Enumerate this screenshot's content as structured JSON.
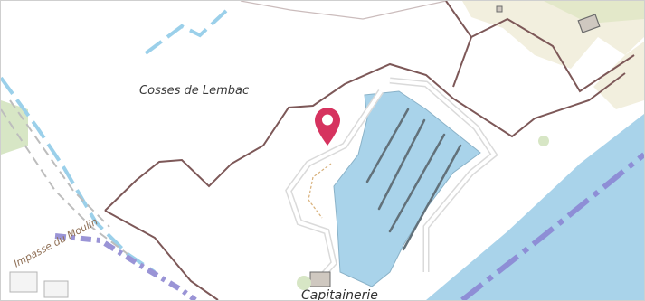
{
  "map": {
    "labels": {
      "place": "Cosses de Lembac",
      "poi": "Capitainerie",
      "street": "Impasse du Moulin"
    },
    "marker": {
      "icon": "location-pin-icon",
      "color": "#d6335f"
    },
    "colors": {
      "water": "#a9d3ea",
      "land": "#f2efde",
      "vegetation": "#d7e6c5",
      "boundary": "#7d5858",
      "road": "#dadada",
      "waterway": "#9bd0ea",
      "railway": "#9a94d6",
      "building": "#cfc8c0"
    }
  }
}
